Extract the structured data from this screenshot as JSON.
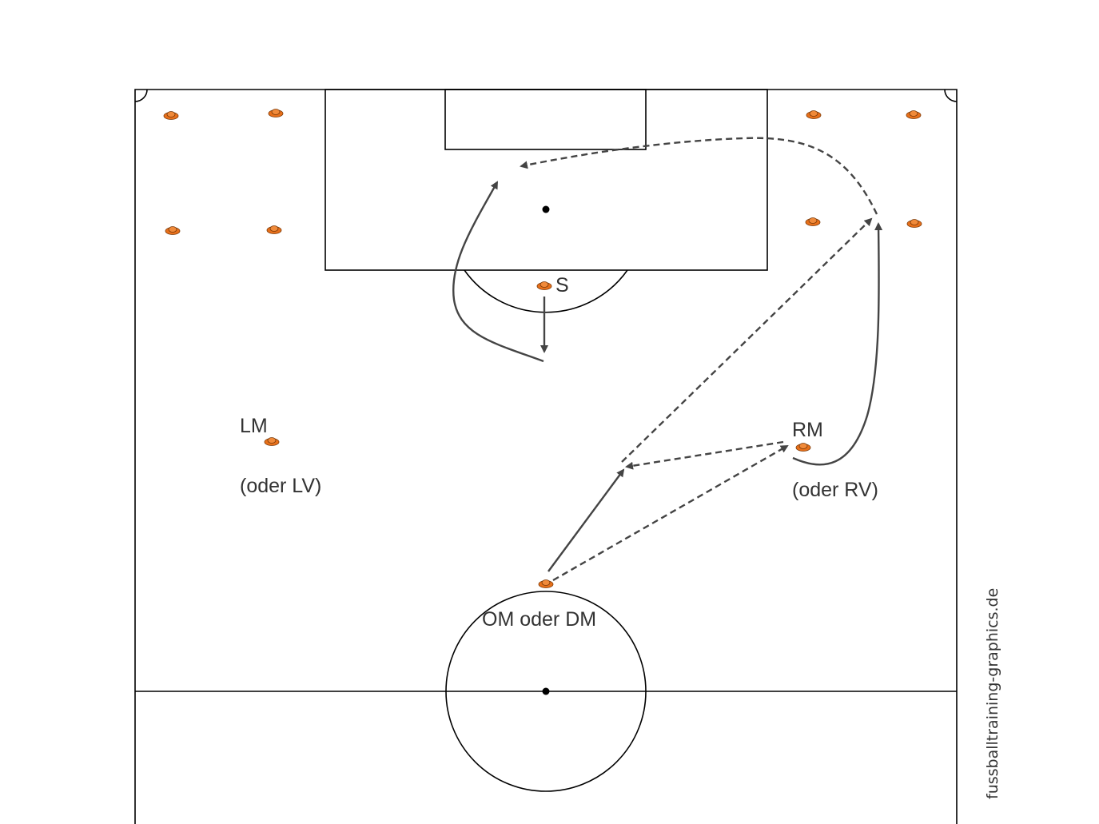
{
  "labels": {
    "s": "S",
    "lm": "LM",
    "lm_alt": "(oder LV)",
    "rm": "RM",
    "rm_alt": "(oder RV)",
    "om": "OM oder DM"
  },
  "watermark": "fussballtraining-graphics.de",
  "colors": {
    "cone": "#e8701a",
    "arrow": "#444444",
    "lines": "#000000"
  }
}
